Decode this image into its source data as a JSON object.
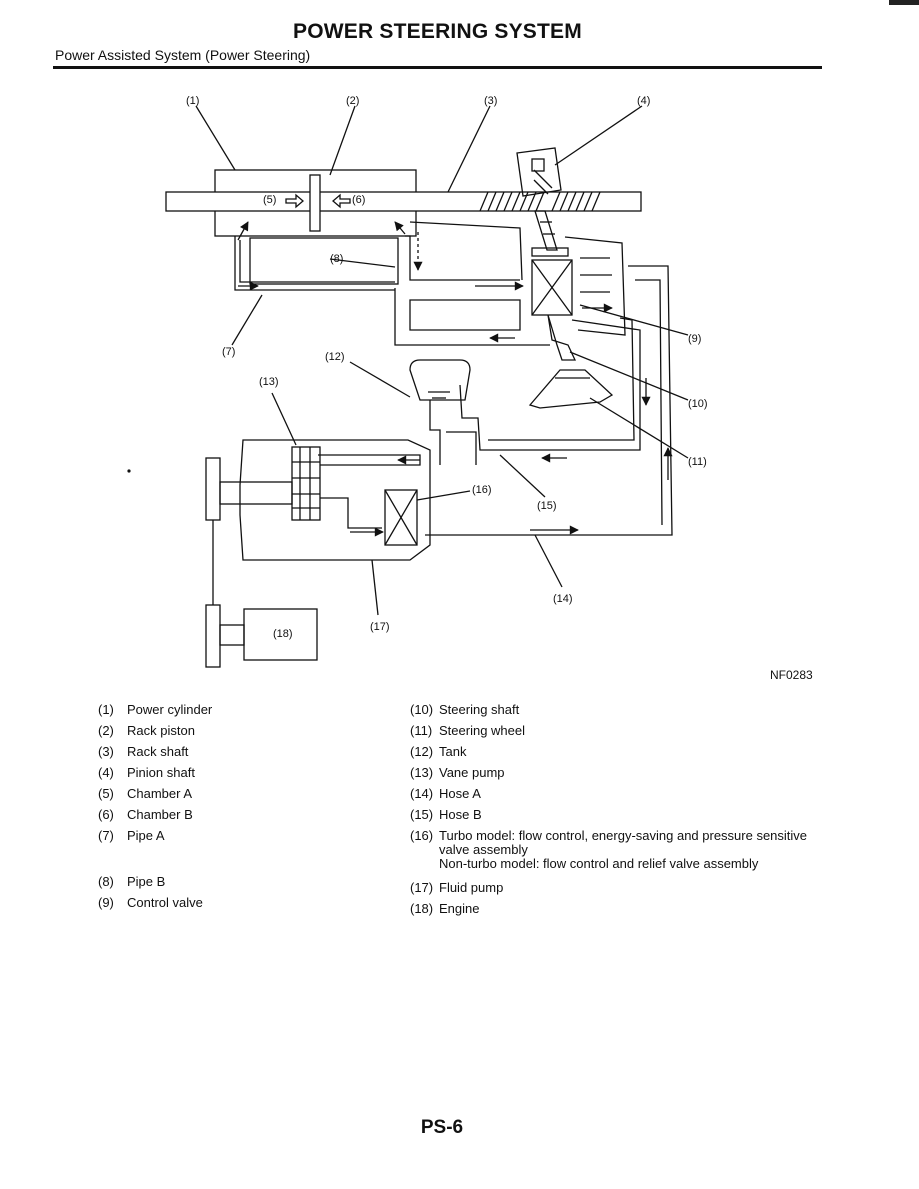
{
  "header": {
    "title": "POWER STEERING SYSTEM",
    "subtitle": "Power Assisted System (Power Steering)"
  },
  "diagram": {
    "figure_code": "NF0283",
    "callouts": [
      "(1)",
      "(2)",
      "(3)",
      "(4)",
      "(5)",
      "(6)",
      "(7)",
      "(8)",
      "(9)",
      "(10)",
      "(11)",
      "(12)",
      "(13)",
      "(14)",
      "(15)",
      "(16)",
      "(17)",
      "(18)"
    ]
  },
  "legend": {
    "left": [
      {
        "num": "(1)",
        "label": "Power cylinder"
      },
      {
        "num": "(2)",
        "label": "Rack piston"
      },
      {
        "num": "(3)",
        "label": "Rack shaft"
      },
      {
        "num": "(4)",
        "label": "Pinion shaft"
      },
      {
        "num": "(5)",
        "label": "Chamber A"
      },
      {
        "num": "(6)",
        "label": "Chamber B"
      },
      {
        "num": "(7)",
        "label": "Pipe A"
      },
      {
        "num": "(8)",
        "label": "Pipe B"
      },
      {
        "num": "(9)",
        "label": "Control valve"
      }
    ],
    "right": [
      {
        "num": "(10)",
        "label": "Steering shaft"
      },
      {
        "num": "(11)",
        "label": "Steering wheel"
      },
      {
        "num": "(12)",
        "label": "Tank"
      },
      {
        "num": "(13)",
        "label": "Vane pump"
      },
      {
        "num": "(14)",
        "label": "Hose A"
      },
      {
        "num": "(15)",
        "label": "Hose B"
      },
      {
        "num": "(16)",
        "label": "Turbo model: flow control, energy-saving and pressure sensitive valve assembly",
        "label2": "Non-turbo model: flow control and relief valve assembly"
      },
      {
        "num": "(17)",
        "label": "Fluid pump"
      },
      {
        "num": "(18)",
        "label": "Engine"
      }
    ]
  },
  "footer": {
    "page": "PS-6"
  }
}
